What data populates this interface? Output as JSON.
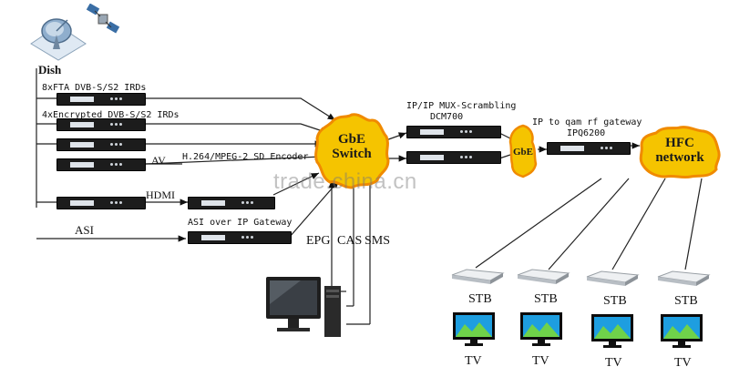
{
  "source": {
    "dish_label": "Dish",
    "fta_label": "8xFTA DVB-S/S2 IRDs",
    "encrypted_label": "4xEncrypted DVB-S/S2 IRDs",
    "av_label": "AV",
    "encoder_label": "H.264/MPEG-2 SD Encoder",
    "hdmi_label": "HDMI",
    "asi_label": "ASI",
    "asi_gateway_label": "ASI over IP Gateway"
  },
  "core": {
    "switch_label_line1": "GbE",
    "switch_label_line2": "Switch",
    "mux_label": "IP/IP MUX-Scrambling",
    "mux_model": "DCM700",
    "gbe_small_label": "GbE",
    "gateway_label": "IP to qam rf gateway",
    "gateway_model": "IPQ6200",
    "hfc_line1": "HFC",
    "hfc_line2": "network"
  },
  "management": {
    "epg": "EPG",
    "cas": "CAS",
    "sms": "SMS"
  },
  "clients": [
    {
      "stb": "STB",
      "tv": "TV"
    },
    {
      "stb": "STB",
      "tv": "TV"
    },
    {
      "stb": "STB",
      "tv": "TV"
    },
    {
      "stb": "STB",
      "tv": "TV"
    }
  ],
  "watermark": "trade.china.cn",
  "colors": {
    "cloud_fill": "#f5c400",
    "cloud_edge": "#f08a00",
    "device_body": "#1c1c1c",
    "line": "#222222"
  },
  "icons": [
    "satellite-dish-icon",
    "satellite-icon",
    "computer-icon",
    "set-top-box-icon",
    "television-icon"
  ]
}
